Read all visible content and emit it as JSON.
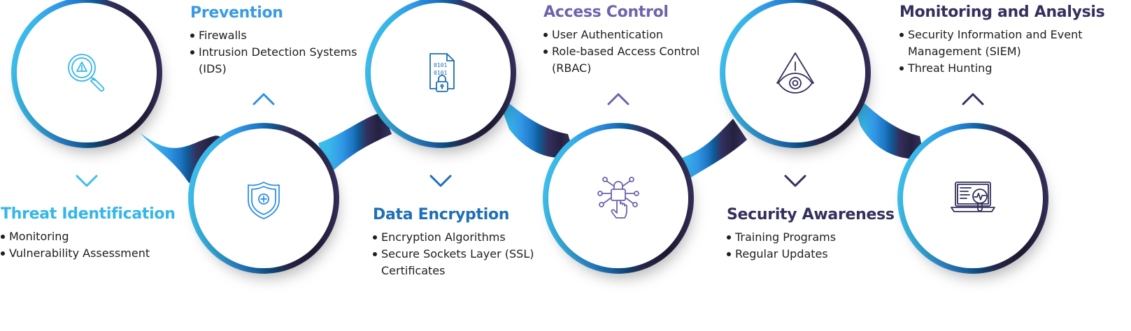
{
  "colors": {
    "cyan": "#35b6e9",
    "blue": "#2f8fe2",
    "steel_blue": "#1f6fb5",
    "lavender": "#6d64aa",
    "navy": "#34305c",
    "dark_navy": "#24203f"
  },
  "steps": [
    {
      "title": "Threat Identification",
      "items": [
        "Monitoring",
        "Vulnerability Assessment"
      ],
      "icon": "magnifier-warning-icon",
      "title_color": "#35b6e9"
    },
    {
      "title": "Prevention",
      "items": [
        "Firewalls",
        "Intrusion Detection Systems (IDS)"
      ],
      "icon": "shield-icon",
      "title_color": "#3a9be4"
    },
    {
      "title": "Data Encryption",
      "items": [
        "Encryption Algorithms",
        "Secure Sockets Layer (SSL) Certificates"
      ],
      "icon": "encrypted-file-lock-icon",
      "title_color": "#1f6fb5"
    },
    {
      "title": "Access Control",
      "items": [
        "User Authentication",
        "Role-based Access Control (RBAC)"
      ],
      "icon": "touch-lock-network-icon",
      "title_color": "#6d64aa"
    },
    {
      "title": "Security Awareness",
      "items": [
        "Training Programs",
        "Regular Updates"
      ],
      "icon": "warning-eye-icon",
      "title_color": "#34305c"
    },
    {
      "title": "Monitoring and Analysis",
      "items": [
        "Security Information and Event Management (SIEM)",
        "Threat Hunting"
      ],
      "icon": "laptop-monitoring-icon",
      "title_color": "#34305c"
    }
  ]
}
